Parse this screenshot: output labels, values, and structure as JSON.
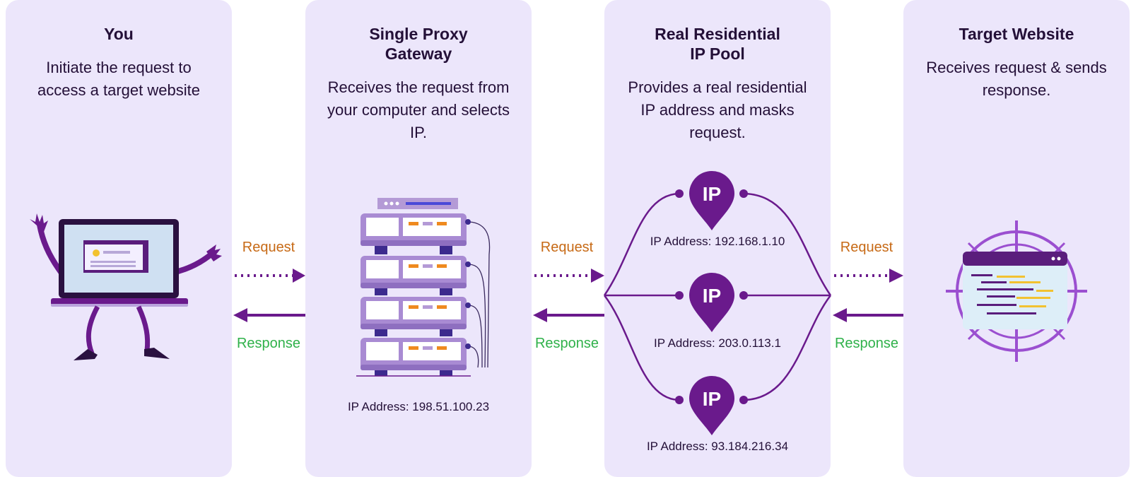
{
  "panels": [
    {
      "title": "You",
      "description": "Initiate the request to access a target website"
    },
    {
      "title": "Single Proxy Gateway",
      "description": "Receives the request from your computer and selects IP."
    },
    {
      "title": "Real Residential IP Pool",
      "description": "Provides a real residential IP address and masks request."
    },
    {
      "title": "Target Website",
      "description": "Receives request & sends response."
    }
  ],
  "flows": {
    "request_label": "Request",
    "response_label": "Response"
  },
  "gateway": {
    "ip_label": "IP Address: 198.51.100.23"
  },
  "pool": {
    "pin_text": "IP",
    "ips": [
      "IP Address: 192.168.1.10",
      "IP Address: 203.0.113.1",
      "IP Address: 93.184.216.34"
    ]
  },
  "colors": {
    "panel_bg": "#ece6fb",
    "accent_purple": "#6a1a8c",
    "request_orange": "#c76a16",
    "response_green": "#2fb14a"
  }
}
